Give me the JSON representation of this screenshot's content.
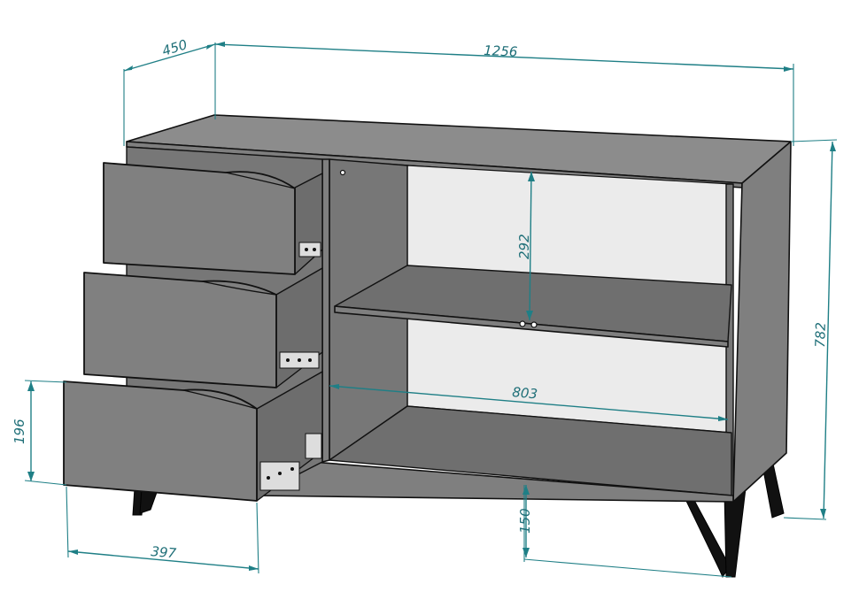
{
  "dimensions": {
    "depth": "450",
    "width": "1256",
    "height": "782",
    "shelf_gap": "292",
    "inner_width": "803",
    "drawer_height": "196",
    "drawer_width": "397",
    "leg_height": "150"
  },
  "colors": {
    "dimension_line": "#1f7f86",
    "body": "#808080",
    "inner": "#ebebeb",
    "legs": "#111111"
  }
}
